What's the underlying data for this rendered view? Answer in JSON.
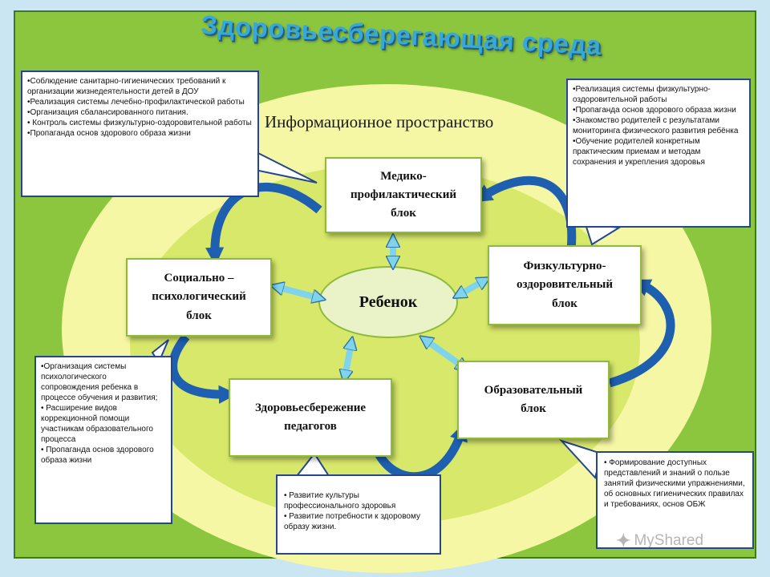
{
  "title": "Здоровьесберегающая среда",
  "info_space": "Информационное пространство",
  "center": "Ребенок",
  "blocks": {
    "medical": "Медико-профилактический блок",
    "physical": "Физкультурно-оздоровительный блок",
    "social": "Социально – психологический блок",
    "educational": "Образовательный блок",
    "teachers": "Здоровьесбережение педагогов"
  },
  "callouts": {
    "top_left": [
      "•Соблюдение санитарно-гигиенических требований к организации жизнедеятельности детей в ДОУ",
      "•Реализация системы лечебно-профилактической работы",
      "•Организация сбалансированного питания.",
      "• Контроль системы физкультурно-оздоровительной работы",
      "•Пропаганда основ здорового образа жизни"
    ],
    "top_right": [
      "•Реализация системы физкультурно-оздоровительной работы",
      "•Пропаганда основ здорового образа жизни",
      "•Знакомство родителей с результатами мониторинга физического развития ребёнка",
      "•Обучение родителей конкретным практическим приемам и методам сохранения и укрепления здоровья"
    ],
    "bottom_left": [
      "•Организация системы психологического сопровождения ребенка в процессе обучения и развития;",
      "• Расширение видов коррекционной помощи участникам образовательного процесса",
      "• Пропаганда основ здорового образа жизни"
    ],
    "bottom_middle": [
      "• Развитие культуры профессионального здоровья",
      "• Развитие потребности к здоровому образу жизни."
    ],
    "bottom_right": [
      "• Формирование доступных представлений и знаний о пользе занятий физическими упражнениями, об основных гигиенических правилах и требованиях, основ ОБЖ"
    ]
  },
  "watermark": "MyShared",
  "colors": {
    "frame_outer": "#c9e6f2",
    "frame_inner": "#8cc63f",
    "frame_border": "#3f7a1e",
    "ellipse_outer": "#f5f7a4",
    "ellipse_inner": "#d8e86b",
    "center_fill": "#eaf3c8",
    "arrow_blue": "#1f5fb0",
    "double_arrow": "#7fd4ec",
    "title": "#38a8d8",
    "callout_border": "#24478f"
  }
}
